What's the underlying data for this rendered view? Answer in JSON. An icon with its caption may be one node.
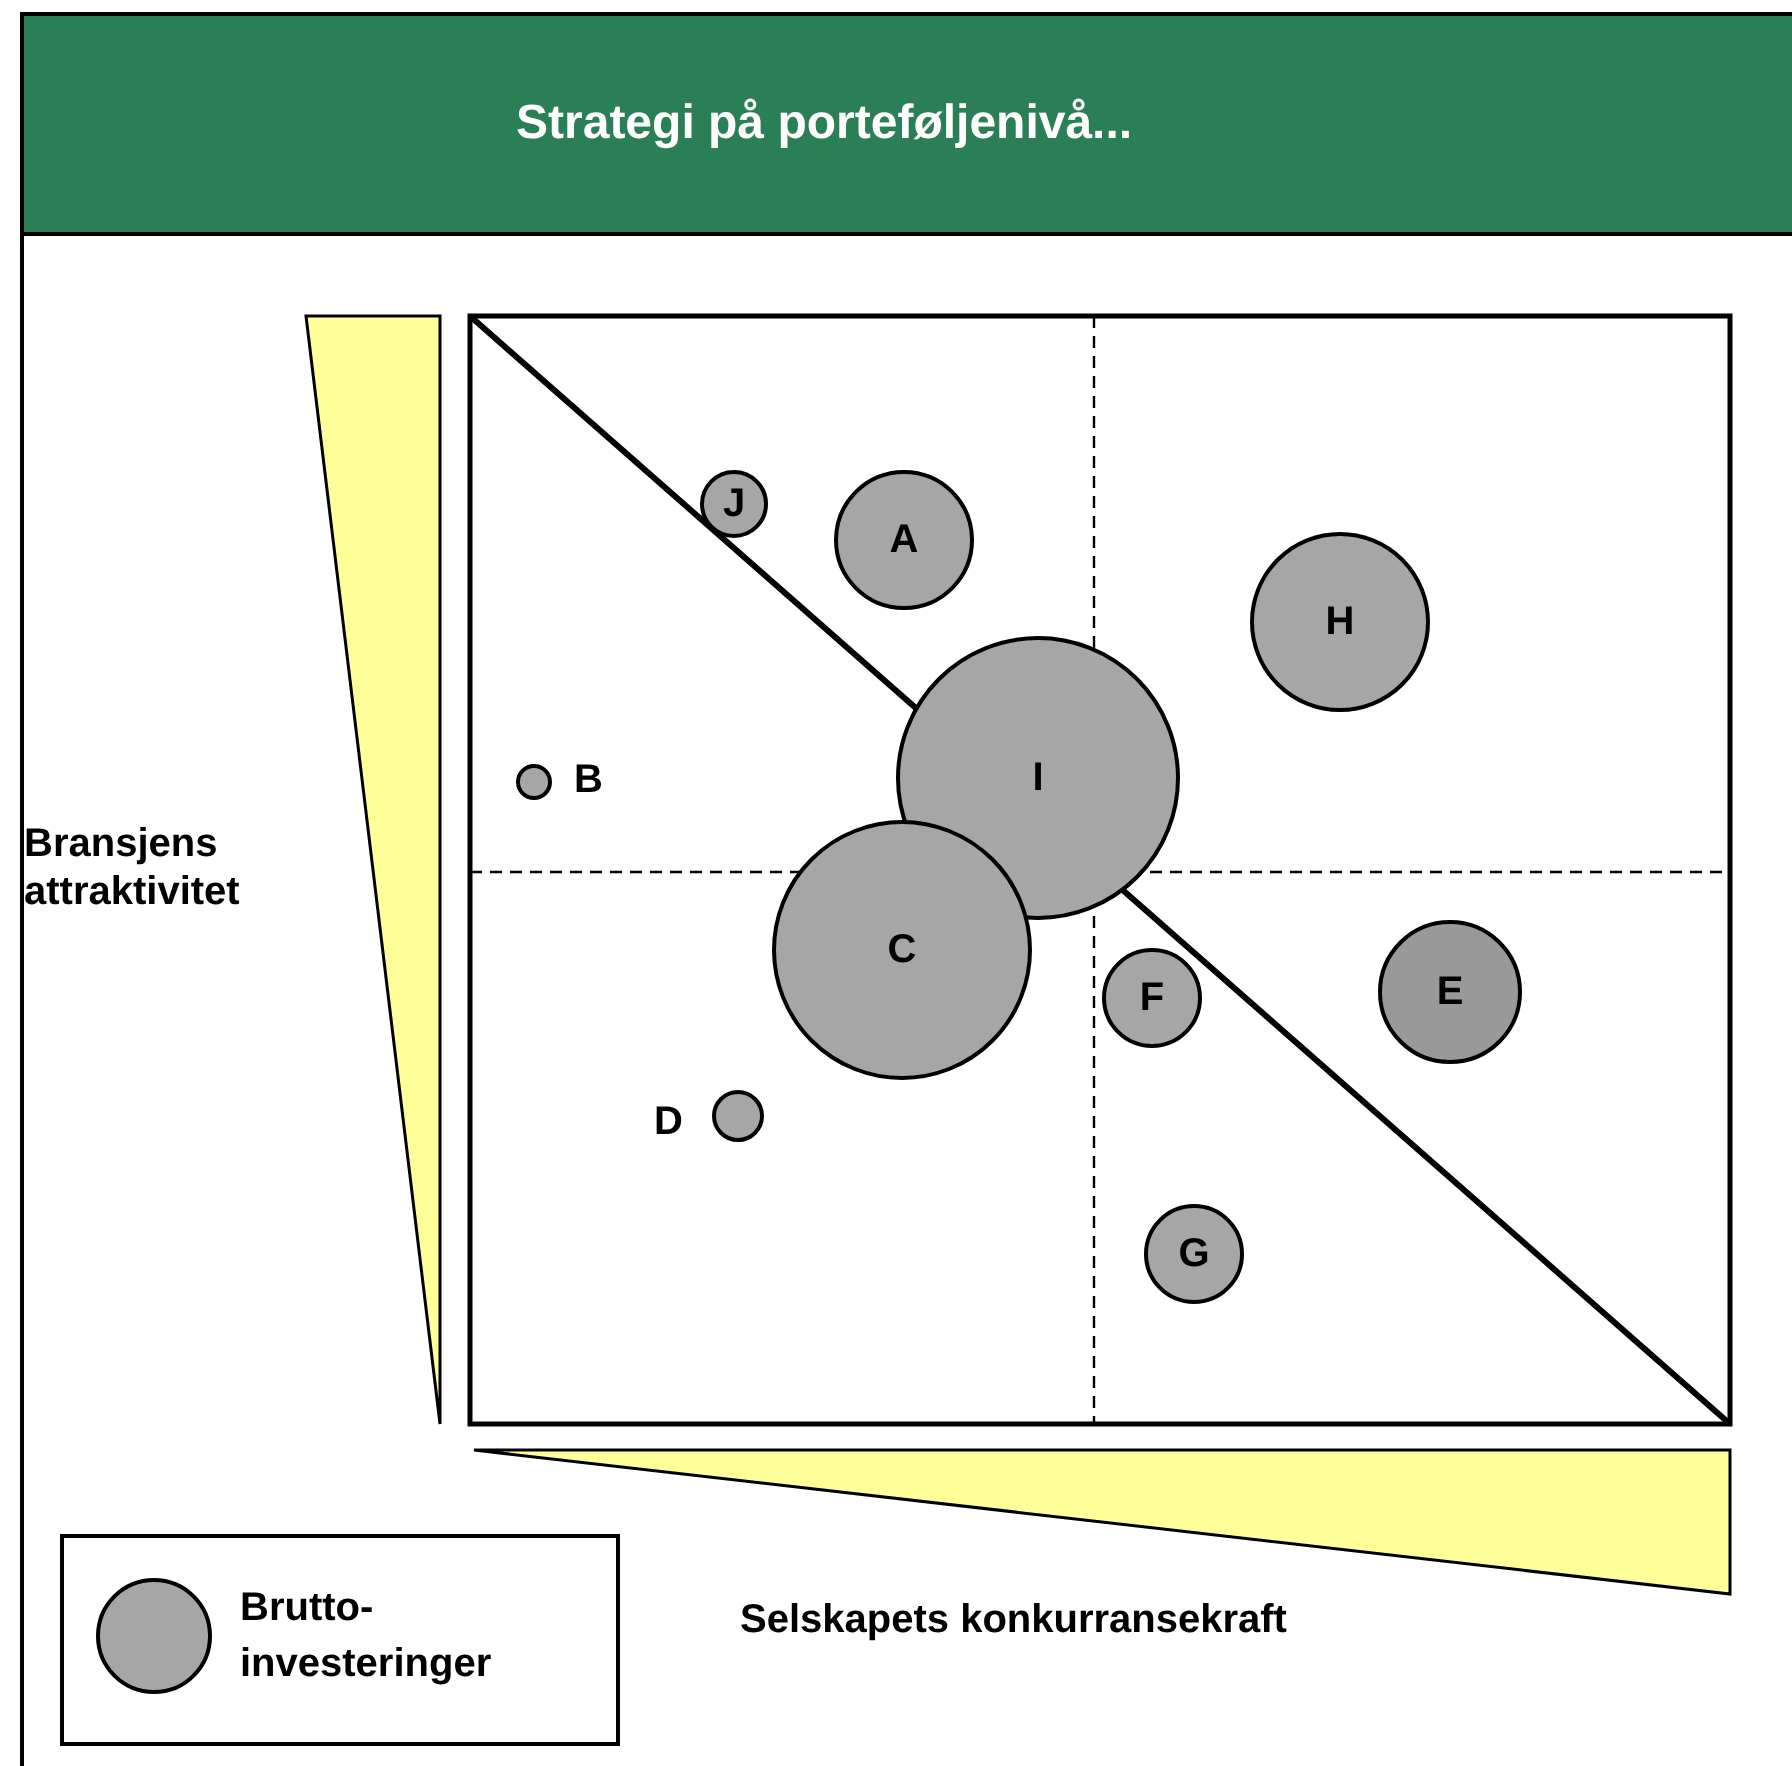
{
  "diagram": {
    "title": "Strategi på porteføljenivå...",
    "nodes": [
      {
        "text": [
          "J"
        ]
      },
      {
        "text": [
          "A"
        ]
      },
      {
        "text": [
          "H"
        ]
      },
      {
        "text": [
          "I"
        ]
      },
      {
        "text": [],
        "shape": "circle",
        "beside": [
          "B"
        ]
      },
      {
        "text": [
          "C"
        ]
      },
      {
        "text": [
          "E"
        ]
      },
      {
        "text": [
          "F"
        ]
      },
      {
        "text": [],
        "shape": "circle",
        "beside": [
          "D"
        ]
      },
      {
        "text": [
          "G"
        ]
      }
    ],
    "labels": [
      "Bransjens attraktivitet",
      "Selskapets konkurransekraft"
    ],
    "legend": [
      {
        "text": "Brutto- investeringer"
      }
    ]
  }
}
